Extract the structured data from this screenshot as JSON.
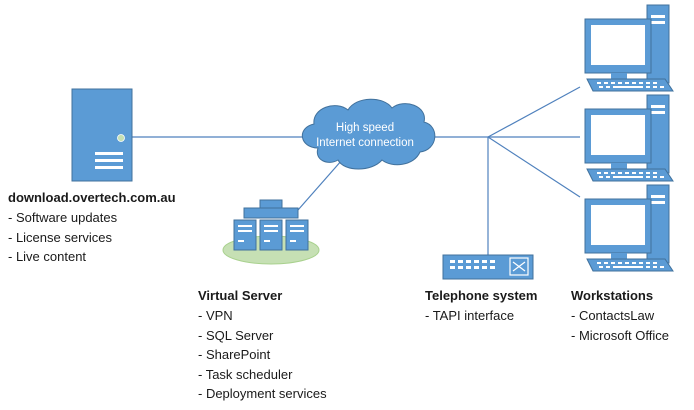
{
  "cloud": {
    "line1": "High speed",
    "line2": "Internet connection"
  },
  "download_server": {
    "title": "download.overtech.com.au",
    "items": [
      "- Software updates",
      "- License services",
      "- Live content"
    ]
  },
  "virtual_server": {
    "title": "Virtual Server",
    "items": [
      "- VPN",
      "- SQL Server",
      "- SharePoint",
      "- Task scheduler",
      "- Deployment services"
    ]
  },
  "telephone_system": {
    "title": "Telephone system",
    "items": [
      "- TAPI interface"
    ]
  },
  "workstations": {
    "title": "Workstations",
    "items": [
      "- ContactsLaw",
      "- Microsoft Office"
    ]
  },
  "colors": {
    "primary": "#5b9bd5",
    "primary_dark": "#41719c",
    "link": "#4f81bd",
    "base_green": "#c6e0b4"
  }
}
